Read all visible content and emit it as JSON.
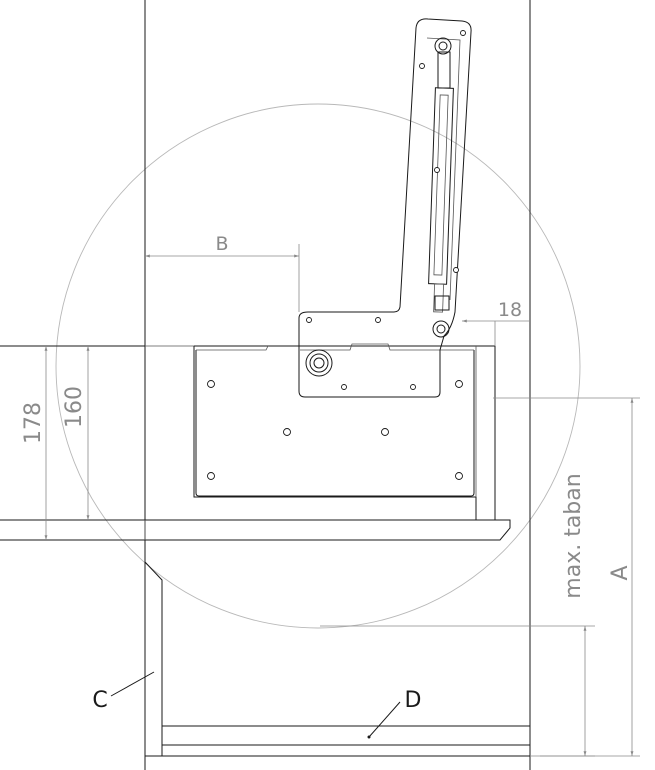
{
  "dimensions": {
    "b": "B",
    "d18": "18",
    "d178": "178",
    "d160": "160",
    "max_taban": "max. taban",
    "a": "A"
  },
  "callouts": {
    "c": "C",
    "d": "D"
  },
  "colors": {
    "line": "#1a1a1a",
    "dimension": "#8a8a8a",
    "swing_arc": "#b8b8b8"
  }
}
